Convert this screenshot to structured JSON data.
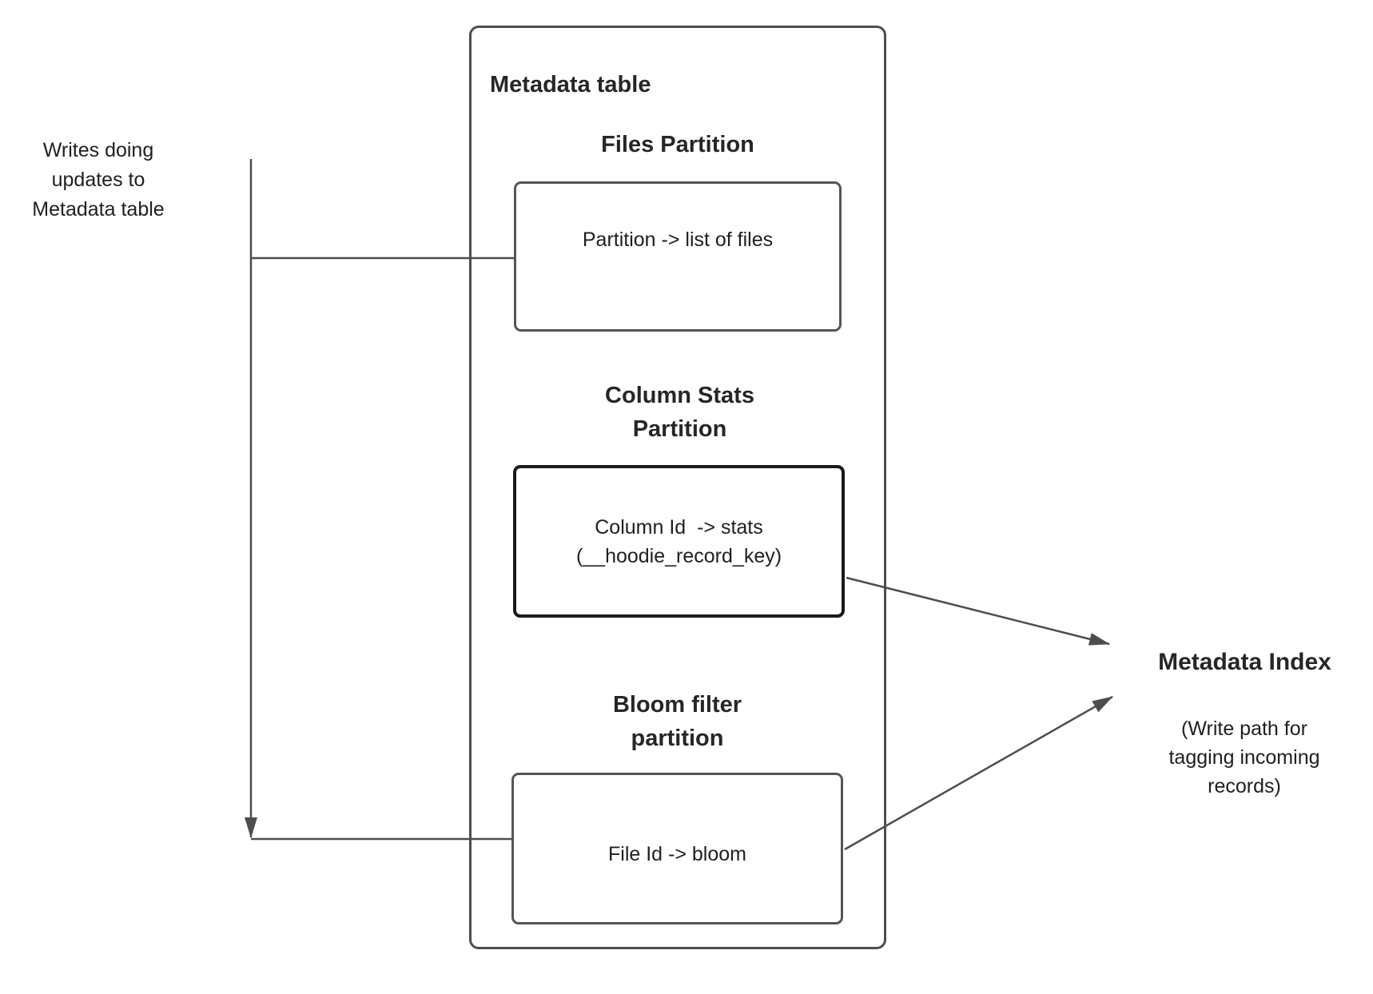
{
  "left_note": {
    "line1": "Writes doing",
    "line2": "updates to",
    "line3": "Metadata table"
  },
  "metadata_table": {
    "title": "Metadata table",
    "files_partition": {
      "heading": "Files Partition",
      "box_text": "Partition -> list of files"
    },
    "column_stats_partition": {
      "heading_line1": "Column Stats",
      "heading_line2": "Partition",
      "box_line1": "Column Id  -> stats",
      "box_line2": "(__hoodie_record_key)"
    },
    "bloom_filter_partition": {
      "heading_line1": "Bloom filter",
      "heading_line2": "partition",
      "box_text": "File Id -> bloom"
    }
  },
  "metadata_index": {
    "title": "Metadata Index",
    "subtitle_line1": "(Write path for",
    "subtitle_line2": "tagging incoming",
    "subtitle_line3": "records)"
  },
  "colors": {
    "connector_line": "#4d4d4d",
    "box_border": "#555555",
    "stats_box_border": "#1a1a1a",
    "text": "#1f1f1f",
    "background": "#ffffff"
  }
}
